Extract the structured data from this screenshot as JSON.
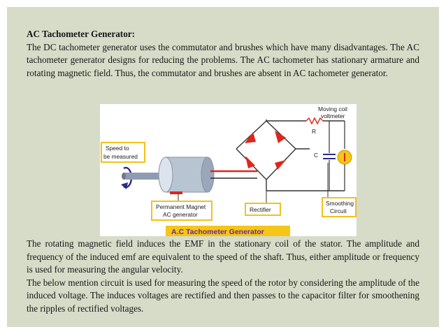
{
  "heading": "AC Tachometer Generator:",
  "paragraph1": "The DC tachometer generator uses the commutator and brushes which have many disadvantages. The AC tachometer generator designs for reducing the problems. The AC tachometer has stationary armature and rotating magnetic field. Thus, the commutator and brushes are absent in AC tachometer generator.",
  "paragraph2": "The rotating magnetic field induces the EMF in the stationary coil of the stator. The amplitude and frequency of the induced emf are equivalent to the speed of the shaft. Thus, either amplitude or frequency is used for measuring the angular velocity.",
  "paragraph3": "The below mention circuit is used for measuring the speed of the rotor by considering the amplitude of the induced voltage. The induces voltages are rectified and then passes to the capacitor filter for smoothening the ripples of rectified voltages.",
  "figure": {
    "speed_label_line1": "Speed to",
    "speed_label_line2": "be measured",
    "pm_label_line1": "Permanent Magnet",
    "pm_label_line2": "AC generator",
    "rectifier_label": "Rectifier",
    "smoothing_label_line1": "Smoothing",
    "smoothing_label_line2": "Circuit",
    "voltmeter_label_line1": "Moving coil",
    "voltmeter_label_line2": "voltmeter",
    "resistor_label": "R",
    "capacitor_label": "C",
    "caption": "A.C Tachometer Generator",
    "colors": {
      "label_border": "#f2c21a",
      "caption_bg": "#f5c518",
      "caption_text": "#6a2c8c",
      "diode": "#e0251b",
      "shaft": "#7a8aa0"
    }
  }
}
